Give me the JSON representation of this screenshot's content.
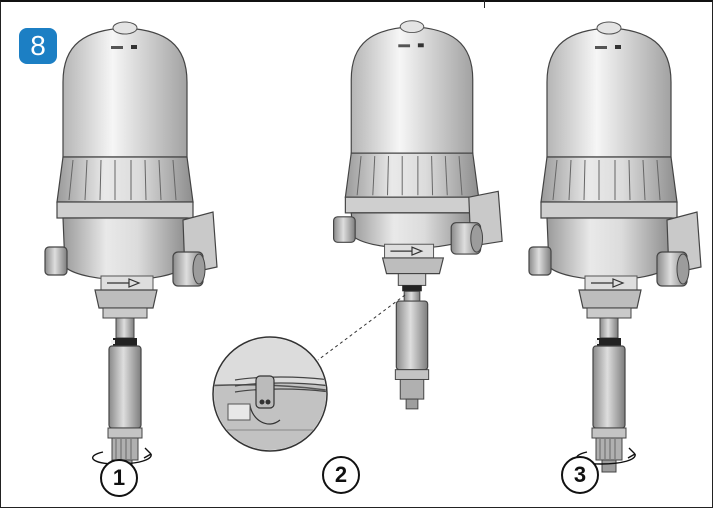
{
  "step": {
    "number": "8"
  },
  "positions": [
    {
      "label": "1"
    },
    {
      "label": "2"
    },
    {
      "label": "3"
    }
  ],
  "colors": {
    "badge": "#1c7fc4",
    "body": "#d8d8d8",
    "outline": "#333333"
  }
}
